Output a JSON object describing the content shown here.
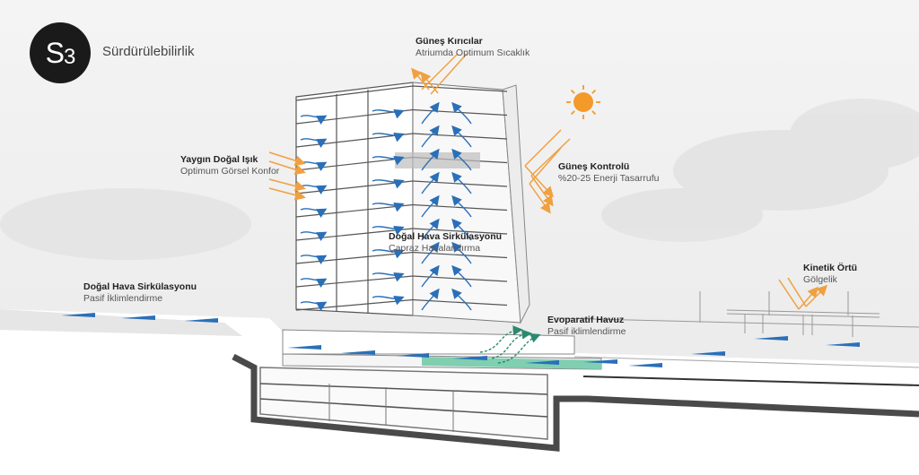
{
  "header": {
    "badge_letter": "S",
    "badge_number": "3",
    "title": "Sürdürülebilirlik"
  },
  "annotations": [
    {
      "id": "sunshades",
      "title": "Güneş Kırıcılar",
      "subtitle": "Atriumda Optimum Sıcaklık"
    },
    {
      "id": "daylight",
      "title": "Yaygın Doğal Işık",
      "subtitle": "Optimum Görsel Konfor"
    },
    {
      "id": "solar-control",
      "title": "Güneş Kontrolü",
      "subtitle": "%20-25 Enerji Tasarrufu"
    },
    {
      "id": "cross-ventilation",
      "title": "Doğal Hava Sirkülasyonu",
      "subtitle": "Çapraz Havalandırma"
    },
    {
      "id": "passive-cooling",
      "title": "Doğal Hava Sirkülasyonu",
      "subtitle": "Pasif İklimlendirme"
    },
    {
      "id": "evaporative-pool",
      "title": "Evoparatif Havuz",
      "subtitle": "Pasif iklimlendirme"
    },
    {
      "id": "kinetic-canopy",
      "title": "Kinetik Örtü",
      "subtitle": "Gölgelik"
    }
  ],
  "colors": {
    "sun": "#f39a2b",
    "sun_ray": "#f0a040",
    "air_flow": "#2a6fb8",
    "pool": "#7fcfb0",
    "structure": "#4a4a4a",
    "badge": "#1a1a1a"
  },
  "icons": {
    "sun": "sun-icon",
    "air_arrow": "air-flow-arrow-icon",
    "solar_ray": "solar-ray-arrow-icon"
  }
}
